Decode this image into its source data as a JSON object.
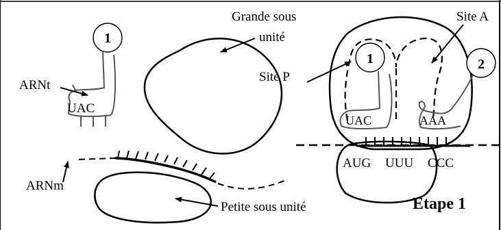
{
  "labels": {
    "grande_sous_unite_line1": "Grande sous",
    "grande_sous_unite_line2": "unité",
    "site_a": "Site A",
    "site_p": "Site P",
    "arnt": "ARNt",
    "arnm": "ARNm",
    "petite_sous_unite": "Petite sous unité",
    "etape": "Etape 1"
  },
  "trna": {
    "free": {
      "number": "1",
      "anticodon": "UAC"
    },
    "site_p": {
      "number": "1",
      "anticodon": "UAC"
    },
    "site_a": {
      "number": "2",
      "anticodon": "AAA"
    }
  },
  "codons": [
    "AUG",
    "UUU",
    "CCC"
  ]
}
